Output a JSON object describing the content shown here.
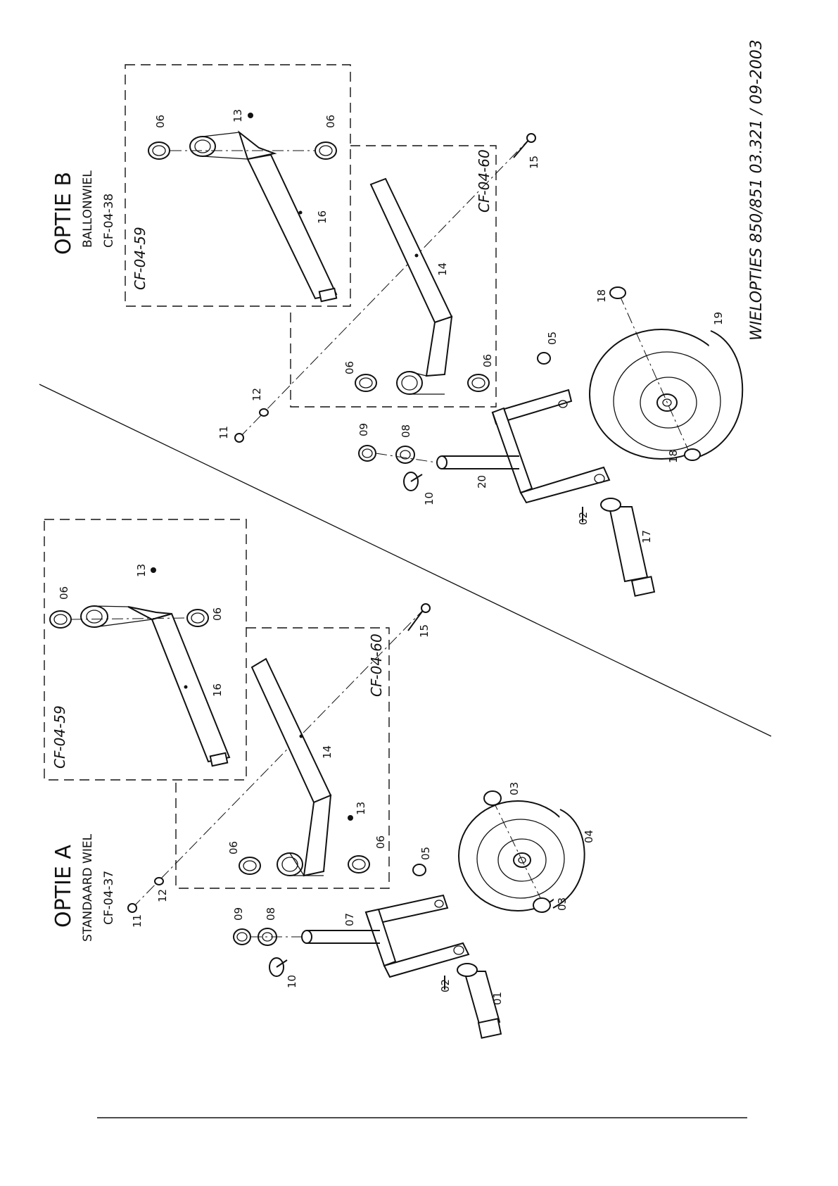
{
  "option_a": {
    "title": "OPTIE A",
    "subtitle": "STANDAARD WIEL",
    "code": "CF-04-37",
    "box_code_upper": "CF-04-59",
    "box_code_lower": "CF-04-60"
  },
  "option_b": {
    "title": "OPTIE B",
    "subtitle": "BALLONWIEL",
    "code": "CF-04-38",
    "box_code_upper": "CF-04-59",
    "box_code_lower": "CF-04-60"
  },
  "footer_caption": "WIELOPTIES 850/851    03.321 / 09-2003",
  "callouts_a": {
    "p01": "01",
    "p02": "02",
    "p03a": "03",
    "p03b": "03",
    "p04": "04",
    "p05": "05",
    "p06a": "06",
    "p06b": "06",
    "p06c": "06",
    "p06d": "06",
    "p07": "07",
    "p08": "08",
    "p09": "09",
    "p10": "10",
    "p11": "11",
    "p12": "12",
    "p13a": "13",
    "p13b": "13",
    "p14": "14",
    "p15": "15",
    "p16": "16"
  },
  "callouts_b": {
    "p02": "02",
    "p05": "05",
    "p06a": "06",
    "p06b": "06",
    "p06c": "06",
    "p06d": "06",
    "p08": "08",
    "p09": "09",
    "p10": "10",
    "p11": "11",
    "p12": "12",
    "p13": "13",
    "p14": "14",
    "p15": "15",
    "p16": "16",
    "p17": "17",
    "p18a": "18",
    "p18b": "18",
    "p19": "19",
    "p20": "20"
  }
}
